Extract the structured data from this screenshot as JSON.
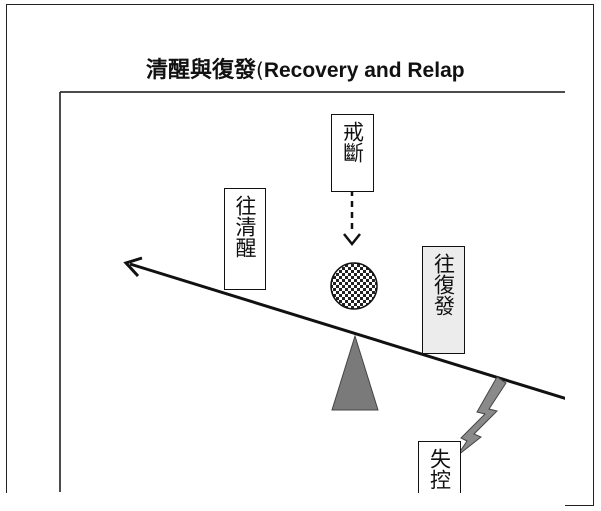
{
  "title": {
    "zh": "清醒與復發",
    "open_paren": "(",
    "en": "Recovery and Relap"
  },
  "labels": {
    "abstinence": "戒斷",
    "to_recovery": "往清醒",
    "to_relapse": "往復發",
    "loss_of_control": "失控"
  },
  "colors": {
    "line": "#111111",
    "fulcrum": "#777777",
    "bolt": "#8a8a8a",
    "relapse_box": "#ececec"
  }
}
